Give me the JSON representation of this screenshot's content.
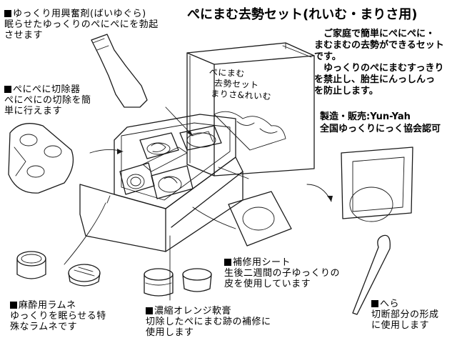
{
  "title": "ぺにまむ去勢セット(れいむ・まりさ用)",
  "description": [
    "　ご家庭で簡単にぺにぺに・",
    "まむまむの去勢ができるセット",
    "です。",
    "　ゆっくりのぺにまむすっきり",
    "を禁止し、胎生にんっしんっ",
    "を防止します。"
  ],
  "maker": [
    "製造・販売:Yun-Yah",
    "全国ゆっくりにっく協会認可"
  ],
  "box_label": [
    "ぺにまむ",
    "去勢セット",
    "まりさ&れいむ"
  ],
  "items": {
    "wine": [
      "ゆっくり用興奮剤(ばいゆぐら)",
      "眠らせたゆっくりのぺにぺにを勃起",
      "させます"
    ],
    "remover": [
      "ぺにぺに切除器",
      "ぺにぺにの切除を簡",
      "単に行えます"
    ],
    "ramune": [
      "麻酔用ラムネ",
      "ゆっくりを眠らせる特",
      "殊なラムネです"
    ],
    "orange": [
      "濃縮オレンジ軟膏",
      "切除したぺにまむ跡の補修に",
      "使用します"
    ],
    "sheet": [
      "補修用シート",
      "生後二週間の子ゆっくりの",
      "皮を使用しています"
    ],
    "spatula": [
      "へら",
      "切断部分の形成",
      "に使用します"
    ]
  }
}
